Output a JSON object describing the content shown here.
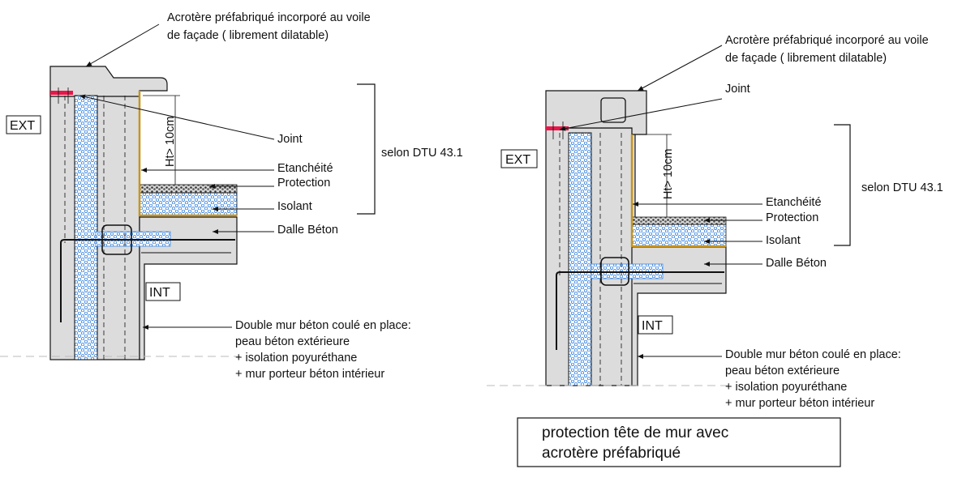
{
  "left": {
    "acrotere": [
      "Acrotère préfabriqué incorporé au voile",
      "de façade ( librement dilatable)"
    ],
    "ext": "EXT",
    "int": "INT",
    "ht": "Ht> 10cm",
    "joint": "Joint",
    "etancheite": "Etanchéité",
    "protection": "Protection",
    "isolant": "Isolant",
    "dtu": "selon DTU 43.1",
    "dalle": "Dalle Béton",
    "double": [
      "Double mur béton coulé en place:",
      "peau béton extérieure",
      "+ isolation poyuréthane",
      "+ mur porteur béton intérieur"
    ]
  },
  "right": {
    "acrotere": [
      "Acrotère préfabriqué incorporé au voile",
      "de façade ( librement dilatable)"
    ],
    "ext": "EXT",
    "int": "INT",
    "ht": "Ht> 10cm",
    "joint": "Joint",
    "etancheite": "Etanchéité",
    "protection": "Protection",
    "isolant": "Isolant",
    "dtu": "selon DTU 43.1",
    "dalle": "Dalle Béton",
    "double": [
      "Double mur béton coulé en place:",
      "peau béton extérieure",
      "+ isolation poyuréthane",
      "+ mur porteur béton intérieur"
    ]
  },
  "caption": [
    "protection tête de mur avec",
    "acrotère préfabriqué"
  ],
  "colors": {
    "concrete": "#dcdcdc",
    "insulation_blue": "#4a8fe0",
    "joint": "#e8174a",
    "waterproofing": "#c8941e",
    "line": "#111111"
  }
}
